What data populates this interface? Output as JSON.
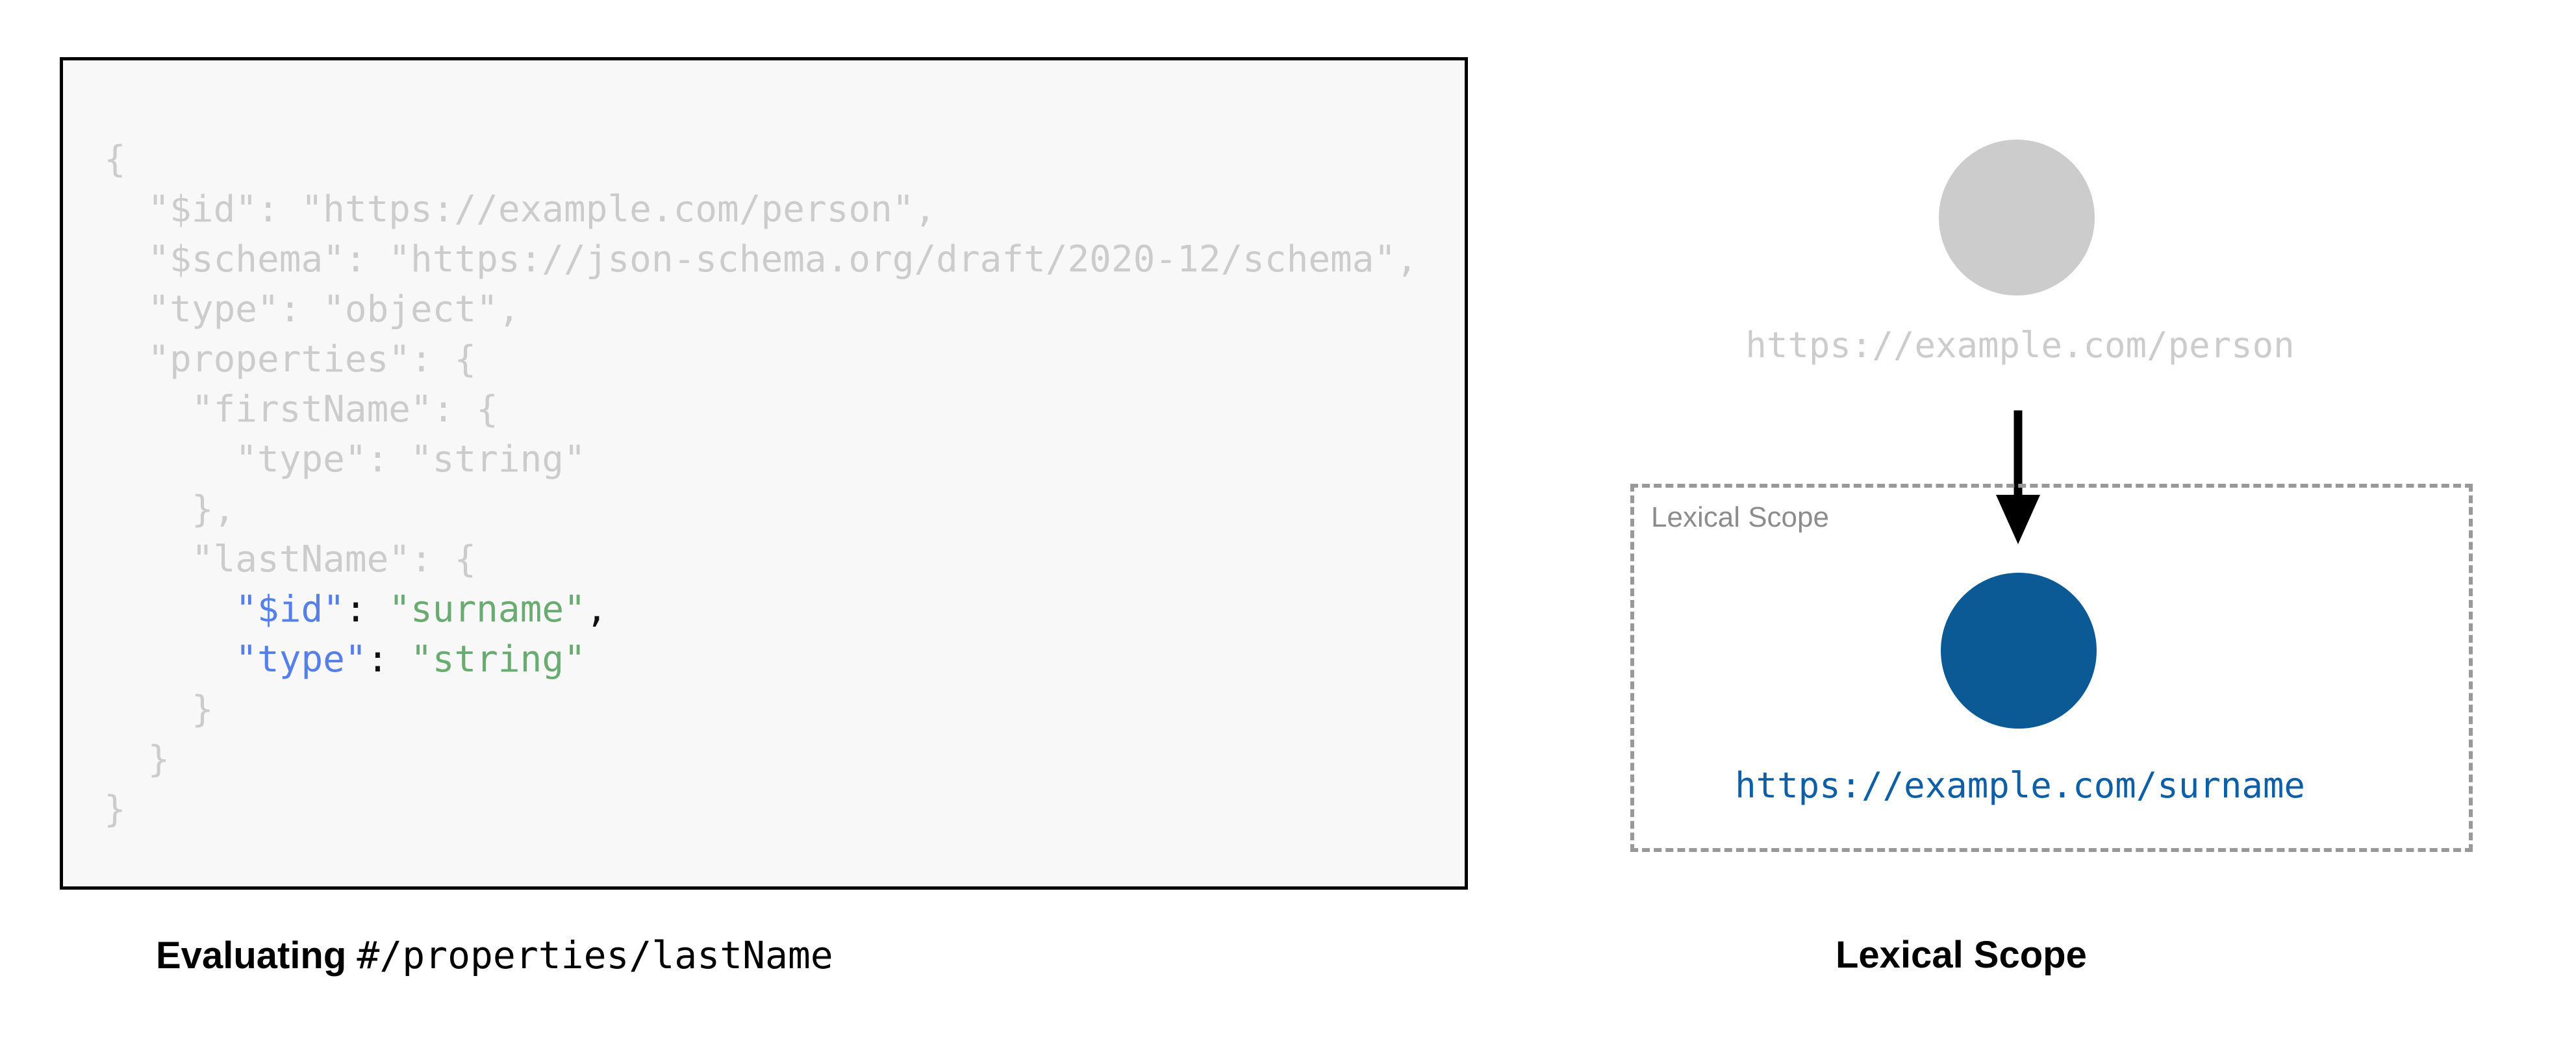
{
  "code_panel": {
    "lines": [
      {
        "indent": 0,
        "segments": [
          {
            "text": "{",
            "style": "faded"
          }
        ]
      },
      {
        "indent": 1,
        "segments": [
          {
            "text": "\"$id\": \"https://example.com/person\",",
            "style": "faded"
          }
        ]
      },
      {
        "indent": 1,
        "segments": [
          {
            "text": "\"$schema\": \"https://json-schema.org/draft/2020-12/schema\",",
            "style": "faded"
          }
        ]
      },
      {
        "indent": 1,
        "segments": [
          {
            "text": "\"type\": \"object\",",
            "style": "faded"
          }
        ]
      },
      {
        "indent": 1,
        "segments": [
          {
            "text": "\"properties\": {",
            "style": "faded"
          }
        ]
      },
      {
        "indent": 2,
        "segments": [
          {
            "text": "\"firstName\": {",
            "style": "faded"
          }
        ]
      },
      {
        "indent": 3,
        "segments": [
          {
            "text": "\"type\": \"string\"",
            "style": "faded"
          }
        ]
      },
      {
        "indent": 2,
        "segments": [
          {
            "text": "},",
            "style": "faded"
          }
        ]
      },
      {
        "indent": 2,
        "segments": [
          {
            "text": "\"lastName\": {",
            "style": "faded"
          }
        ]
      },
      {
        "indent": 3,
        "segments": [
          {
            "text": "\"$id\"",
            "style": "tok-key"
          },
          {
            "text": ": ",
            "style": "tok-punct"
          },
          {
            "text": "\"surname\"",
            "style": "tok-str"
          },
          {
            "text": ",",
            "style": "tok-punct"
          }
        ]
      },
      {
        "indent": 3,
        "segments": [
          {
            "text": "\"type\"",
            "style": "tok-key"
          },
          {
            "text": ": ",
            "style": "tok-punct"
          },
          {
            "text": "\"string\"",
            "style": "tok-str"
          }
        ]
      },
      {
        "indent": 2,
        "segments": [
          {
            "text": "}",
            "style": "faded"
          }
        ]
      },
      {
        "indent": 1,
        "segments": [
          {
            "text": "}",
            "style": "faded"
          }
        ]
      },
      {
        "indent": 0,
        "segments": [
          {
            "text": "}",
            "style": "faded"
          }
        ]
      }
    ]
  },
  "captions": {
    "left_bold": "Evaluating",
    "left_mono": "#/properties/lastName",
    "right_bold": "Lexical Scope"
  },
  "diagram": {
    "person_node_label": "https://example.com/person",
    "surname_node_label": "https://example.com/surname",
    "scope_box_label": "Lexical Scope",
    "colors": {
      "person_circle": "#cccccc",
      "surname_circle": "#0b5a95",
      "surname_label": "#0f5fa6",
      "person_label": "#cccccc",
      "scope_border": "#999999",
      "scope_label": "#8c8c8c",
      "arrow": "#000000"
    }
  },
  "theme": {
    "panel_background": "#f8f8f8",
    "panel_border": "#000000",
    "code_faded": "#cccccc",
    "code_key_blue": "#5580e8",
    "code_string_green": "#6aab72",
    "code_punct": "#111111"
  }
}
